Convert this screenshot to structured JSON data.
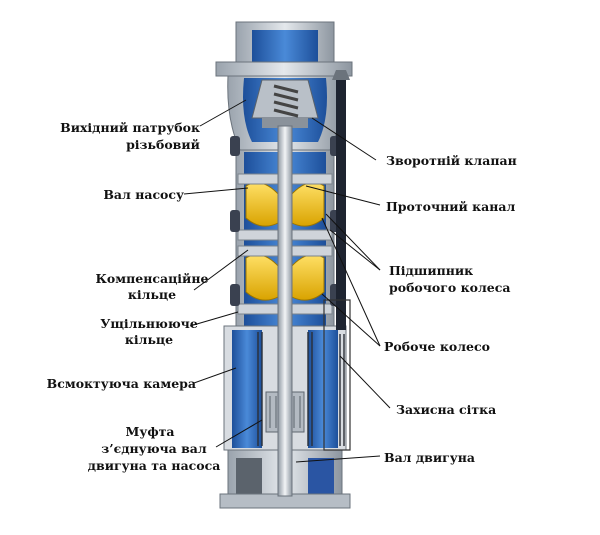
{
  "diagram": {
    "labels_left": {
      "outlet_l1": "Вихідний патрубок",
      "outlet_l2": "різьбовий",
      "pump_shaft": "Вал насосу",
      "comp_l1": "Компенсаційне",
      "comp_l2": "кільце",
      "seal_l1": "Ущільнююче",
      "seal_l2": "кільце",
      "suction": "Всмоктуюча камера",
      "coupling_l1": "Муфта",
      "coupling_l2": "з’єднуюча вал",
      "coupling_l3": "двигуна та насоса"
    },
    "labels_right": {
      "check_valve": "Зворотній клапан",
      "flow_channel": "Проточний канал",
      "bearing_l1": "Підшипник",
      "bearing_l2": "робочого колеса",
      "impeller": "Робоче колесо",
      "screen": "Захисна сітка",
      "motor_shaft": "Вал двигуна"
    },
    "colors": {
      "body_grey": "#c9ced4",
      "water_blue": "#2f6fc0",
      "impeller_yellow": "#f2c21a",
      "seal_dark": "#3a4150"
    }
  }
}
